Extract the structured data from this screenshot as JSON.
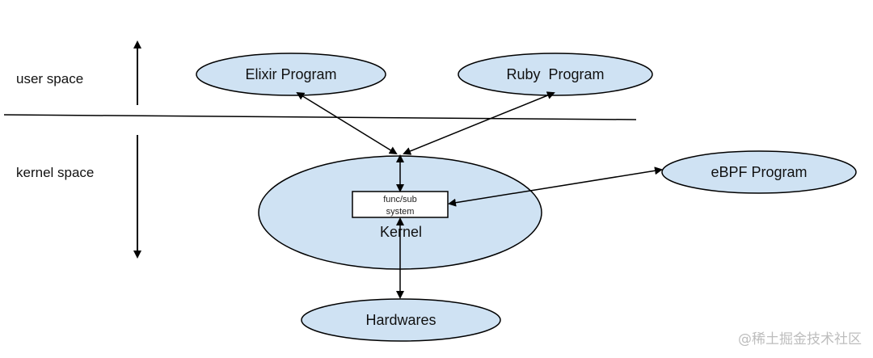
{
  "diagram": {
    "labels": {
      "user_space": "user space",
      "kernel_space": "kernel space"
    },
    "nodes": {
      "elixir": "Elixir Program",
      "ruby": "Ruby  Program",
      "ebpf": "eBPF Program",
      "kernel": "Kernel",
      "subsystem_line1": "func/sub",
      "subsystem_line2": "system",
      "hardwares": "Hardwares"
    },
    "edges": [
      {
        "from": "Elixir Program",
        "to": "Kernel",
        "direction": "both"
      },
      {
        "from": "Ruby  Program",
        "to": "Kernel",
        "direction": "both"
      },
      {
        "from": "Kernel",
        "to": "func/sub system",
        "direction": "both"
      },
      {
        "from": "func/sub system",
        "to": "eBPF Program",
        "direction": "both"
      },
      {
        "from": "func/sub system",
        "to": "Hardwares",
        "direction": "both"
      }
    ],
    "colors": {
      "node_fill": "#cfe2f3",
      "stroke": "#000000",
      "box_fill": "#ffffff"
    }
  },
  "watermark": "@稀土掘金技术社区"
}
